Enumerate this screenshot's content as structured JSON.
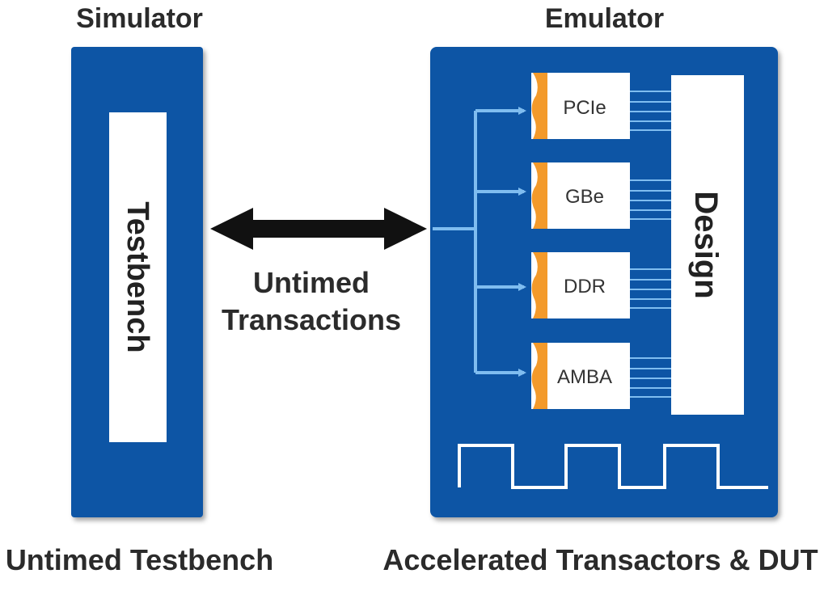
{
  "simulator": {
    "title": "Simulator",
    "testbench_label": "Testbench",
    "caption": "Untimed Testbench"
  },
  "link": {
    "line1": "Untimed",
    "line2": "Transactions"
  },
  "emulator": {
    "title": "Emulator",
    "transactors": [
      {
        "label": "PCIe"
      },
      {
        "label": "GBe"
      },
      {
        "label": "DDR"
      },
      {
        "label": "AMBA"
      }
    ],
    "design_label": "Design",
    "caption": "Accelerated Transactors & DUT"
  },
  "colors": {
    "panel_blue": "#0d55a5",
    "arrow_blue": "#7fbdf0",
    "transactor_orange": "#f39a2b",
    "dark_text": "#2b2b2b"
  }
}
